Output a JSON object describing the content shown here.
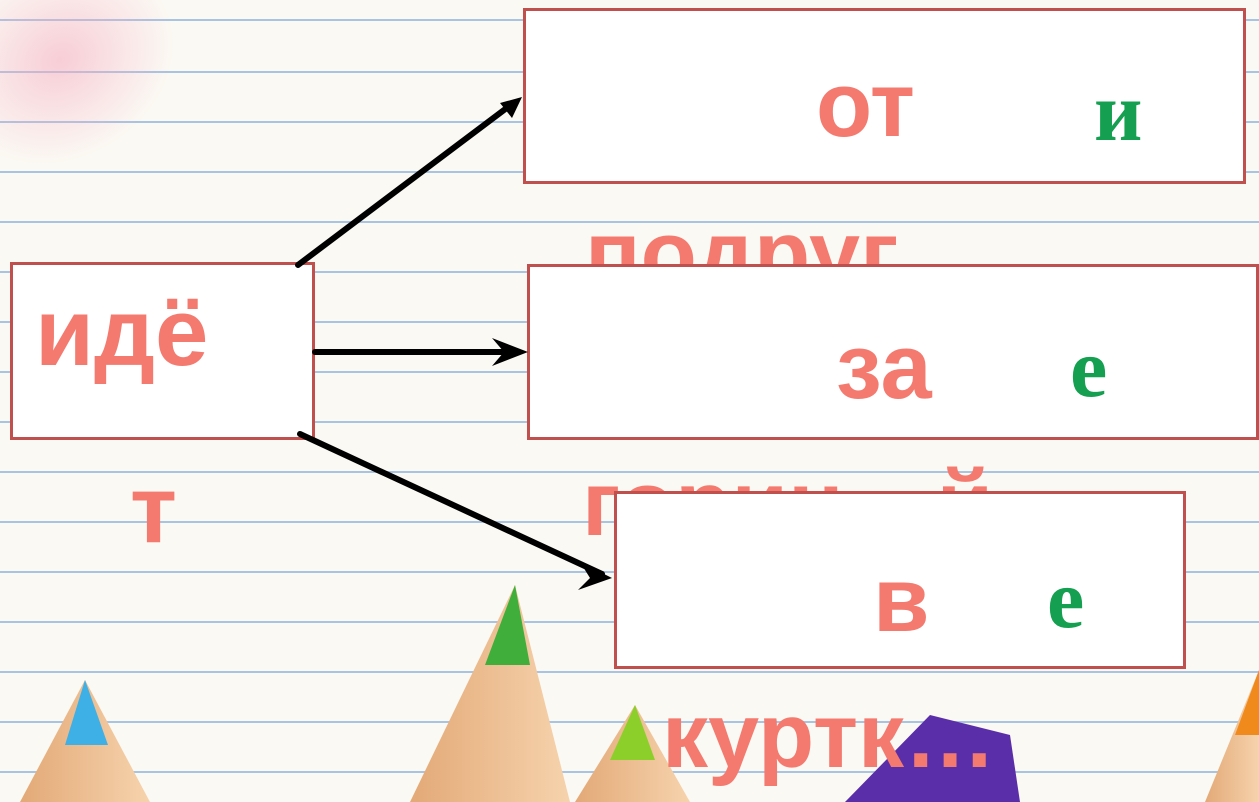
{
  "source": {
    "word_line1": "идё",
    "word_line2": "т"
  },
  "targets": [
    {
      "prefix": "от",
      "ending": "и",
      "stem": "подруг"
    },
    {
      "prefix": "за",
      "ending": "е",
      "stem": "гориц…й"
    },
    {
      "prefix": "в",
      "ending": "е",
      "stem": "куртк…"
    }
  ],
  "colors": {
    "word": "#f47a6f",
    "ending": "#14a050",
    "box_border": "#c0504d",
    "arrow": "#000000",
    "lines": "#a9c3e3"
  }
}
